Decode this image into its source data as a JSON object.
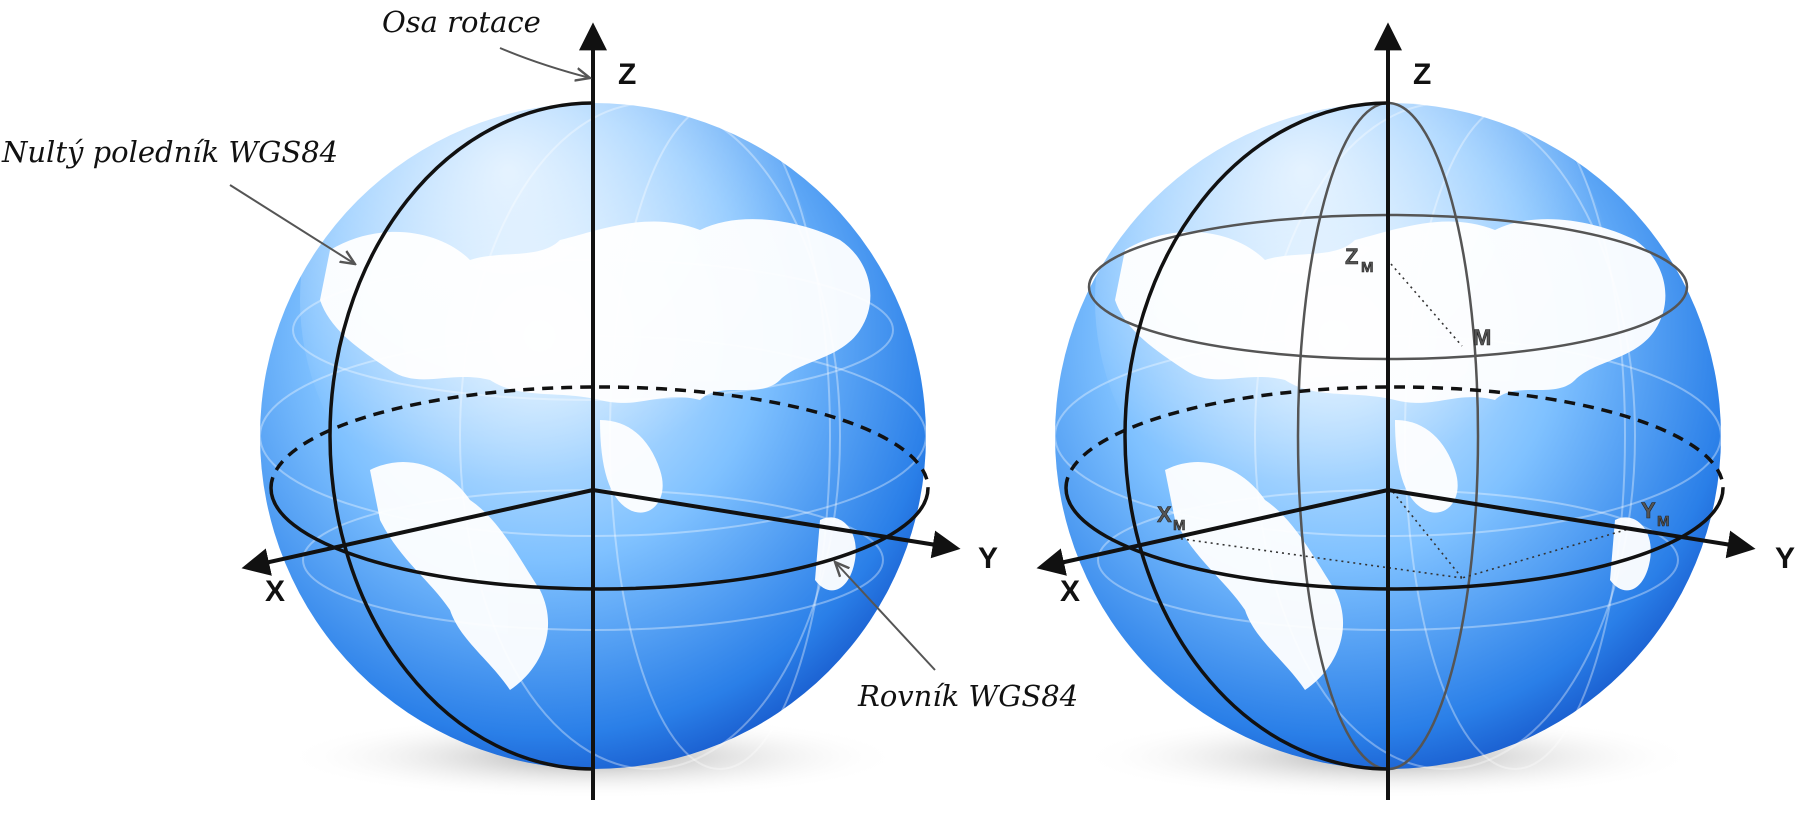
{
  "labels": {
    "rotation_axis": "Osa rotace",
    "prime_meridian": "Nultý poledník WGS84",
    "equator": "Rovník WGS84"
  },
  "axes": {
    "x": "X",
    "y": "Y",
    "z": "Z"
  },
  "point": {
    "name": "M",
    "x_comp": "X",
    "y_comp": "Y",
    "z_comp": "Z",
    "subscript": "M"
  },
  "colors": {
    "ocean": "#1f6fe0",
    "ocean_light": "#9fd0ff",
    "land": "#ffffff",
    "line": "#111111",
    "point_line": "#555555"
  }
}
